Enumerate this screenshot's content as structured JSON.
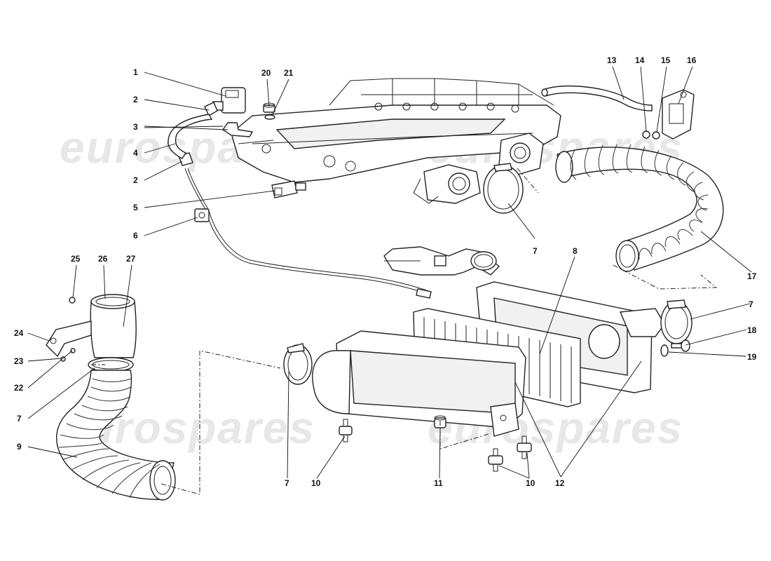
{
  "watermark": {
    "text": "eurospares"
  },
  "callouts": {
    "c1": "1",
    "c2a": "2",
    "c2b": "2",
    "c3": "3",
    "c4": "4",
    "c5": "5",
    "c6": "6",
    "c7a": "7",
    "c7b": "7",
    "c7c": "7",
    "c7d": "7",
    "c8": "8",
    "c9": "9",
    "c10a": "10",
    "c10b": "10",
    "c11": "11",
    "c12": "12",
    "c13": "13",
    "c14": "14",
    "c15": "15",
    "c16": "16",
    "c17": "17",
    "c18": "18",
    "c19": "19",
    "c20": "20",
    "c21": "21",
    "c22": "22",
    "c23": "23",
    "c24": "24",
    "c25": "25",
    "c26": "26",
    "c27": "27"
  }
}
